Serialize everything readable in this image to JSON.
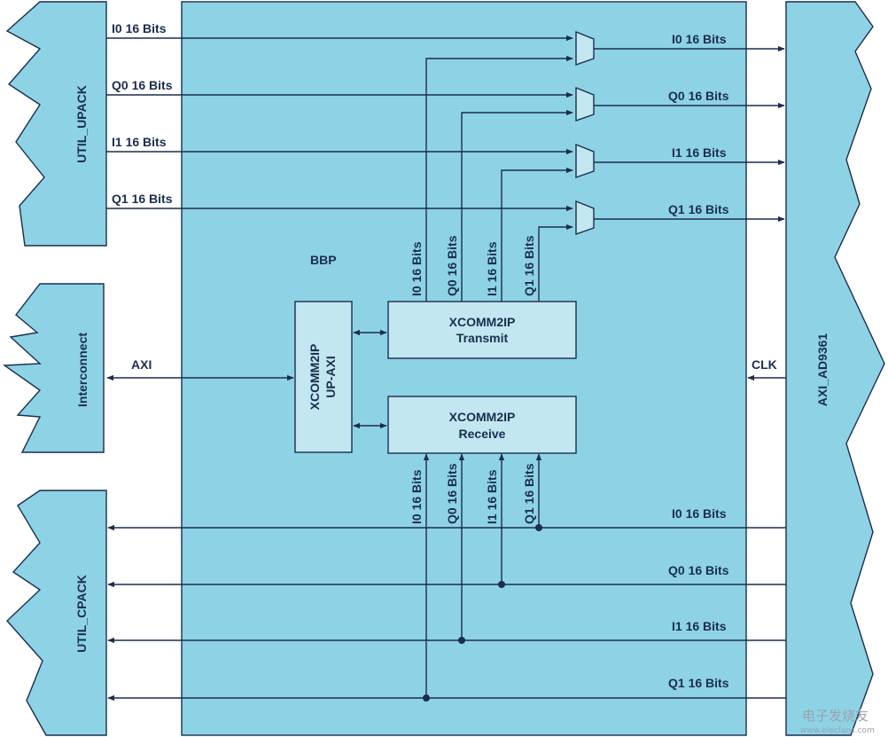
{
  "colors": {
    "block_fill": "#8dd3e5",
    "inner_fill": "#c2e7f1",
    "line": "#1c2d4f"
  },
  "blocks": {
    "util_upack": "UTIL_UPACK",
    "interconnect": "Interconnect",
    "util_cpack": "UTIL_CPACK",
    "bbp": "BBP",
    "axi_ad9361": "AXI_AD9361",
    "up_axi_line1": "XCOMM2IP",
    "up_axi_line2": "UP-AXI",
    "transmit_line1": "XCOMM2IP",
    "transmit_line2": "Transmit",
    "receive_line1": "XCOMM2IP",
    "receive_line2": "Receive"
  },
  "signals": {
    "upack_in": [
      "I0 16 Bits",
      "Q0 16 Bits",
      "I1 16 Bits",
      "Q1 16 Bits"
    ],
    "to_ad9361": [
      "I0 16 Bits",
      "Q0 16 Bits",
      "I1 16 Bits",
      "Q1 16 Bits"
    ],
    "transmit_vertical": [
      "I0 16 Bits",
      "Q0 16 Bits",
      "I1 16 Bits",
      "Q1 16 Bits"
    ],
    "receive_vertical": [
      "I0 16 Bits",
      "Q0 16 Bits",
      "I1 16 Bits",
      "Q1 16 Bits"
    ],
    "from_ad9361": [
      "I0 16 Bits",
      "Q0 16 Bits",
      "I1 16 Bits",
      "Q1 16 Bits"
    ],
    "axi": "AXI",
    "clk": "CLK"
  },
  "watermark": {
    "main": "电子发烧友",
    "url": "www.elecfans.com"
  }
}
